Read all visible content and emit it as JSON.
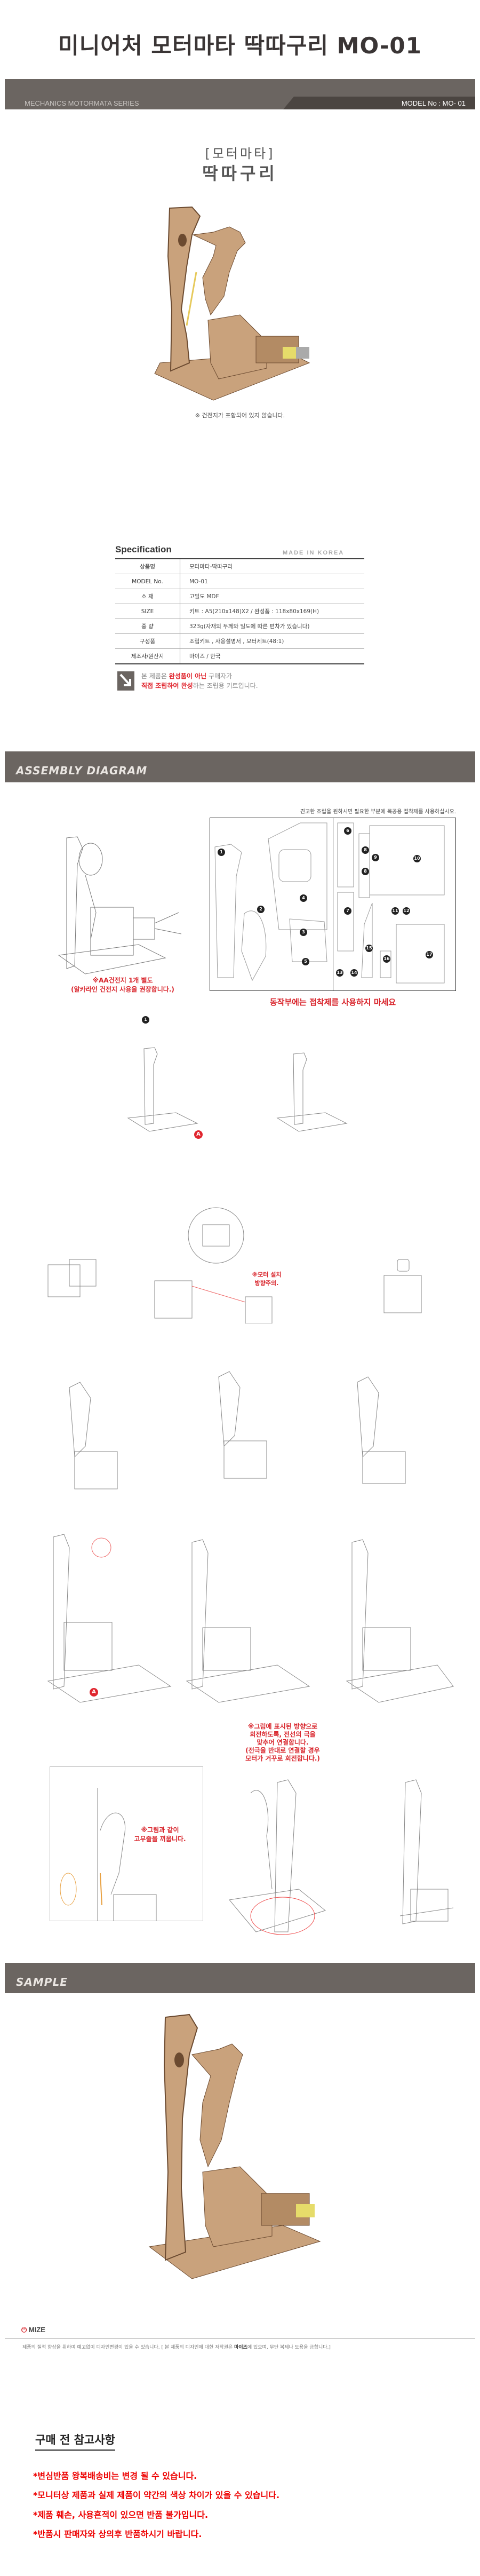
{
  "header": {
    "title": "미니어처 모터마타 딱따구리 MO-01",
    "series": "MECHANICS MOTORMATA SERIES",
    "model": "MODEL No  :  MO- 01"
  },
  "product": {
    "category": "[모터마타]",
    "name": "딱따구리",
    "caption": "※ 건전지가 포함되어 있지 않습니다."
  },
  "spec": {
    "title": "Specification",
    "made_in": "MADE IN KOREA",
    "rows": [
      {
        "label": "상품명",
        "value": "모터마타-딱따구리"
      },
      {
        "label": "MODEL No.",
        "value": "MO-01"
      },
      {
        "label": "소  재",
        "value": "고밀도 MDF"
      },
      {
        "label": "SIZE",
        "value": "키트 : A5(210x148)X2 / 완성품 : 118x80x169(H)"
      },
      {
        "label": "중  량",
        "value": "323g(자재의 두께와 밀도에 따른 편차가 있습니다)"
      },
      {
        "label": "구성품",
        "value": "조립키트 , 사용설명서 , 모터세트(48:1)"
      },
      {
        "label": "제조사/원산지",
        "value": "마이즈 / 한국"
      }
    ]
  },
  "notice": {
    "a": "본 제품은 ",
    "b": "완성품이 아닌",
    "c": " 구매자가",
    "d": "직접 조립하여 완성",
    "e": "하는 조립용 키트입니다."
  },
  "assembly": {
    "title": "ASSEMBLY DIAGRAM",
    "glue_note": "견고한 조립을 원하시면 필요한 부분에 목공용 접착제를 사용하십시오.",
    "battery_note_1": "※AA건전지 1개 별도",
    "battery_note_2": "(알카라인 건전지 사용을 권장합니다.)",
    "no_glue_note": "동작부에는 접착제를 사용하지 마세요",
    "motor_note_1": "※모터 설치",
    "motor_note_2": "방향주의.",
    "wire_note": [
      "※그림에 표시된 방향으로",
      "회전하도록, 전선의 극을",
      "맞추어 연결합니다.",
      "(전극을 반대로 연결할 경우",
      "모터가 거꾸로 회전합니다.)"
    ],
    "rubber_note_1": "※그림과 같이",
    "rubber_note_2": "고무줄을 끼웁니다.",
    "part_numbers": [
      "1",
      "2",
      "3",
      "4",
      "5",
      "6",
      "7",
      "8",
      "8",
      "9",
      "10",
      "11",
      "12",
      "13",
      "14",
      "15",
      "16",
      "17"
    ],
    "marker": "A"
  },
  "sample": {
    "title": "SAMPLE"
  },
  "footer": {
    "brand": "MIZE",
    "text_a": "제품의 질적 향상을 위하여 예고없이 디자인변경이 있을 수 있습니다. [ 본 제품의 디자인에 대한 저작권은 ",
    "text_b": "마이즈",
    "text_c": "에 있으며, 무단 복제나 도용을 금합니다.]"
  },
  "purchase_notes": {
    "title": "구매 전 참고사항",
    "items": [
      "*변심반품 왕복배송비는 변경 될 수 있습니다.",
      "*모니터상 제품과 실제 제품이 약간의 색상 차이가 있을 수 있습니다.",
      "*제품 훼손, 사용흔적이 있으면 반품 불가입니다.",
      "*반품시 판매자와 상의후 반품하시기 바랍니다."
    ]
  },
  "colors": {
    "banner": "#6b6561",
    "banner_dark": "#4b4541",
    "accent_red": "#e0252e",
    "wood": "#c9a27c"
  }
}
